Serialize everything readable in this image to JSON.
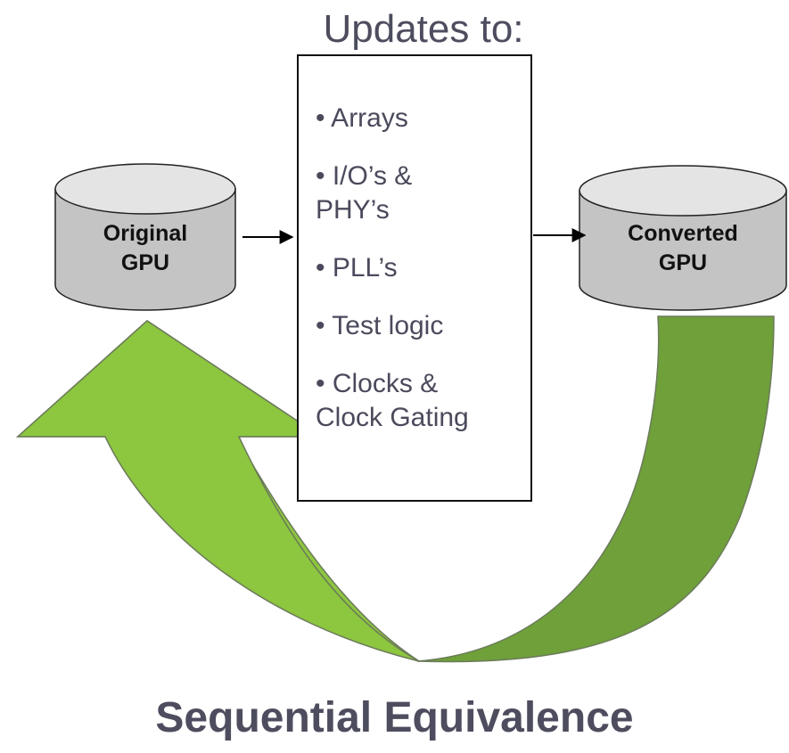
{
  "colors": {
    "arrow_light": "#8dc63f",
    "arrow_dark": "#6fa03a",
    "cylinder_fill": "#c4c4c4",
    "cylinder_top": "#e4e4e4",
    "text_gray": "#4d4d5f"
  },
  "diagram": {
    "title": "Updates to:",
    "left_cylinder": {
      "line1": "Original",
      "line2": "GPU"
    },
    "right_cylinder": {
      "line1": "Converted",
      "line2": "GPU"
    },
    "steps": [
      "• Arrays",
      "• I/O’s & PHY’s",
      "• PLL’s",
      "• Test logic",
      "• Clocks & Clock Gating"
    ],
    "step_lines": [
      [
        "• Arrays"
      ],
      [
        "• I/O’s &",
        "PHY’s"
      ],
      [
        "• PLL’s"
      ],
      [
        "• Test logic"
      ],
      [
        "• Clocks &",
        "Clock Gating"
      ]
    ],
    "footer": "Sequential Equivalence"
  }
}
